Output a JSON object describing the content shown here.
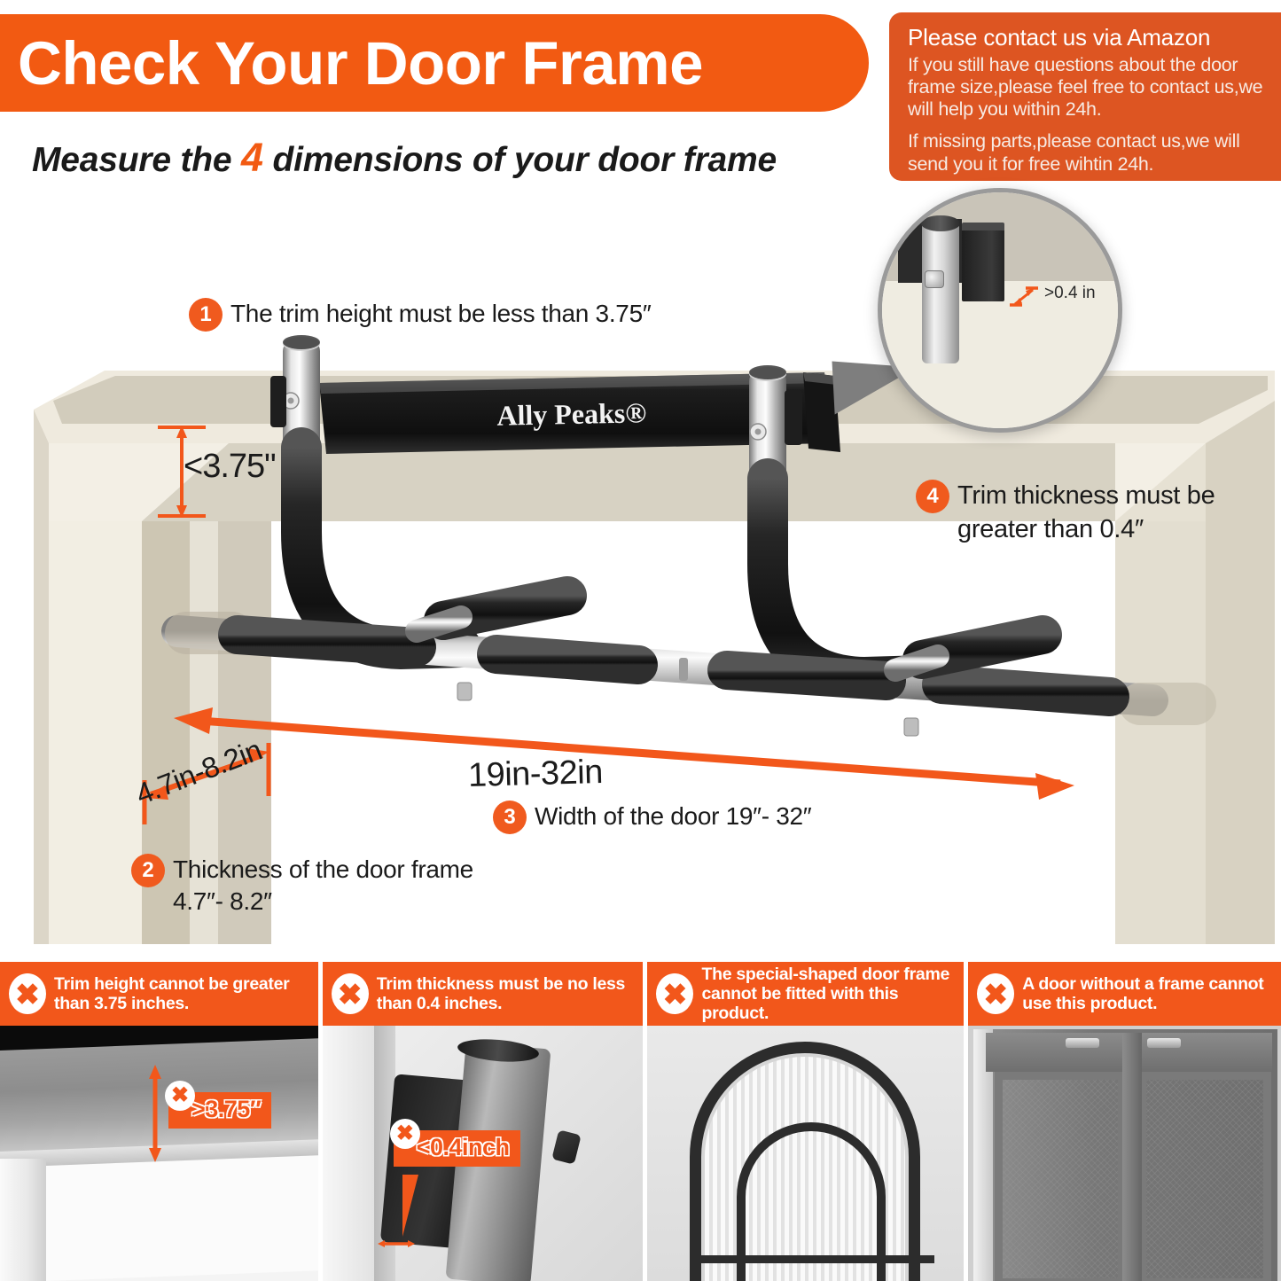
{
  "header": {
    "title": "Check Your Door Frame",
    "subtitle_pre": "Measure the",
    "subtitle_num": "4",
    "subtitle_post": "dimensions of  your door frame"
  },
  "contact": {
    "title": "Please contact us via Amazon",
    "paragraph1": "If you still have questions about the door frame size,please feel free to contact us,we will help you within 24h.",
    "paragraph2": "If missing parts,please contact us,we will send you it for free wihtin 24h."
  },
  "product": {
    "brand": "Ally Peaks®"
  },
  "magnifier": {
    "label": ">0.4 in"
  },
  "callouts": [
    {
      "num": "1",
      "text": "The trim height must be less than 3.75″"
    },
    {
      "num": "2",
      "text": "Thickness of the door frame 4.7″- 8.2″"
    },
    {
      "num": "3",
      "text": "Width of the door 19″- 32″"
    },
    {
      "num": "4",
      "text": "Trim thickness must be greater than 0.4″"
    }
  ],
  "dimensions": {
    "trim_height": "<3.75\"",
    "door_width": "19in-32in",
    "frame_thickness": "4.7in-8.2in"
  },
  "warnings": [
    {
      "icon": "x-icon",
      "text": "Trim height cannot be greater than 3.75 inches.",
      "badge": ">3.75″"
    },
    {
      "icon": "x-icon",
      "text": "Trim thickness must be no less than 0.4 inches.",
      "badge": "<0.4inch"
    },
    {
      "icon": "x-icon",
      "text": "The special-shaped door frame cannot be fitted with this product.",
      "badge": ""
    },
    {
      "icon": "x-icon",
      "text": "A door without a frame cannot use this product.",
      "badge": ""
    }
  ],
  "colors": {
    "accent": "#f2571b",
    "accent_dark": "#dd5522",
    "text": "#1a1a1a"
  }
}
